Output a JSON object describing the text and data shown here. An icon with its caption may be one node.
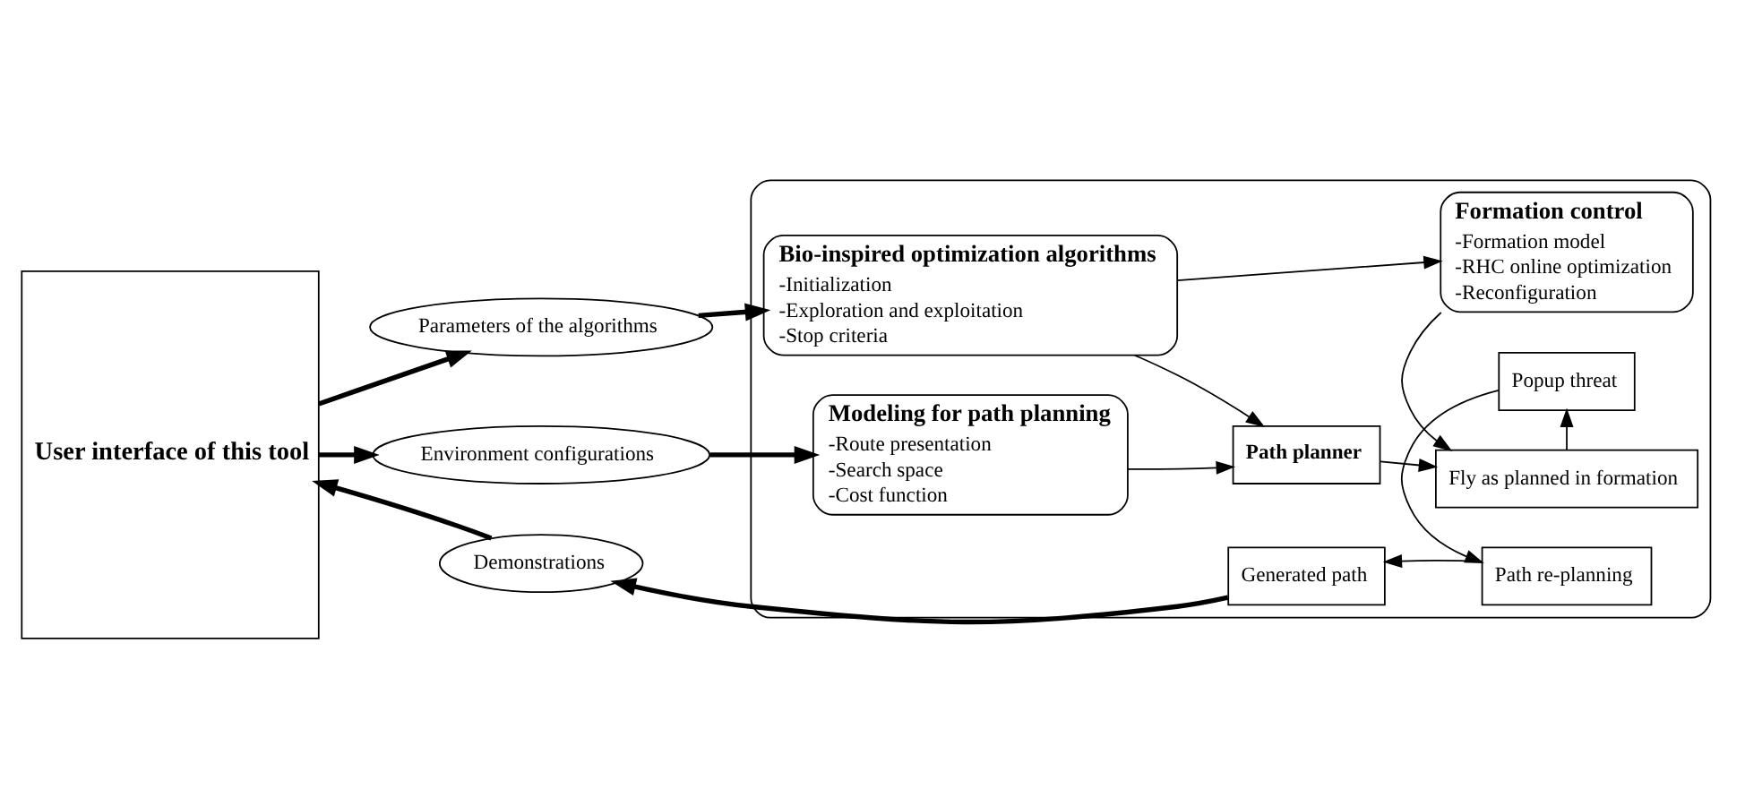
{
  "diagram": {
    "nodes": [
      {
        "text": [
          "User interface of this tool"
        ]
      },
      {
        "text": [
          "Parameters of the algorithms"
        ]
      },
      {
        "text": [
          "Environment configurations"
        ]
      },
      {
        "text": [
          "Demonstrations"
        ]
      },
      {
        "text": [],
        "shape": "box"
      },
      {
        "text": [
          "Bio-inspired optimization algorithms",
          "-Initialization",
          "-Exploration and exploitation",
          "-Stop criteria"
        ],
        "in": 4
      },
      {
        "text": [
          "Path planner"
        ],
        "in": 4
      },
      {
        "text": [
          "Formation control",
          "-Formation model",
          "-RHC online optimization",
          "-Reconfiguration"
        ],
        "in": 4
      },
      {
        "text": [
          "Modeling for path planning",
          "-Route presentation",
          "-Search space",
          "-Cost function"
        ],
        "in": 4
      },
      {
        "text": [
          "Fly as planned in formation"
        ],
        "in": 4
      },
      {
        "text": [
          "Popup threat"
        ],
        "in": 4
      },
      {
        "text": [
          "Generated path"
        ],
        "in": 4
      },
      {
        "text": [
          "Path re-planning"
        ],
        "in": 4
      }
    ],
    "edges": [
      {
        "from": 0,
        "to": 1,
        "arrow": "to",
        "style": "thick"
      },
      {
        "from": 1,
        "to": 5,
        "arrow": "to",
        "style": "thick"
      },
      {
        "from": 0,
        "to": 2,
        "arrow": "to",
        "style": "thick"
      },
      {
        "from": 2,
        "to": 8,
        "arrow": "to",
        "style": "thick"
      },
      {
        "from": 3,
        "to": 0,
        "arrow": "to",
        "style": "thick"
      },
      {
        "from": 11,
        "to": 3,
        "arrow": "to",
        "style": "thick"
      },
      {
        "from": 5,
        "to": 7,
        "arrow": "to"
      },
      {
        "from": 5,
        "to": 6,
        "arrow": "to"
      },
      {
        "from": 8,
        "to": 6,
        "arrow": "to"
      },
      {
        "from": 6,
        "to": 9,
        "arrow": "to"
      },
      {
        "from": 7,
        "to": 9,
        "arrow": "to"
      },
      {
        "from": 9,
        "to": 10,
        "arrow": "to"
      },
      {
        "from": 10,
        "to": 12,
        "arrow": "to"
      },
      {
        "from": 12,
        "to": 11,
        "arrow": "to"
      }
    ]
  }
}
